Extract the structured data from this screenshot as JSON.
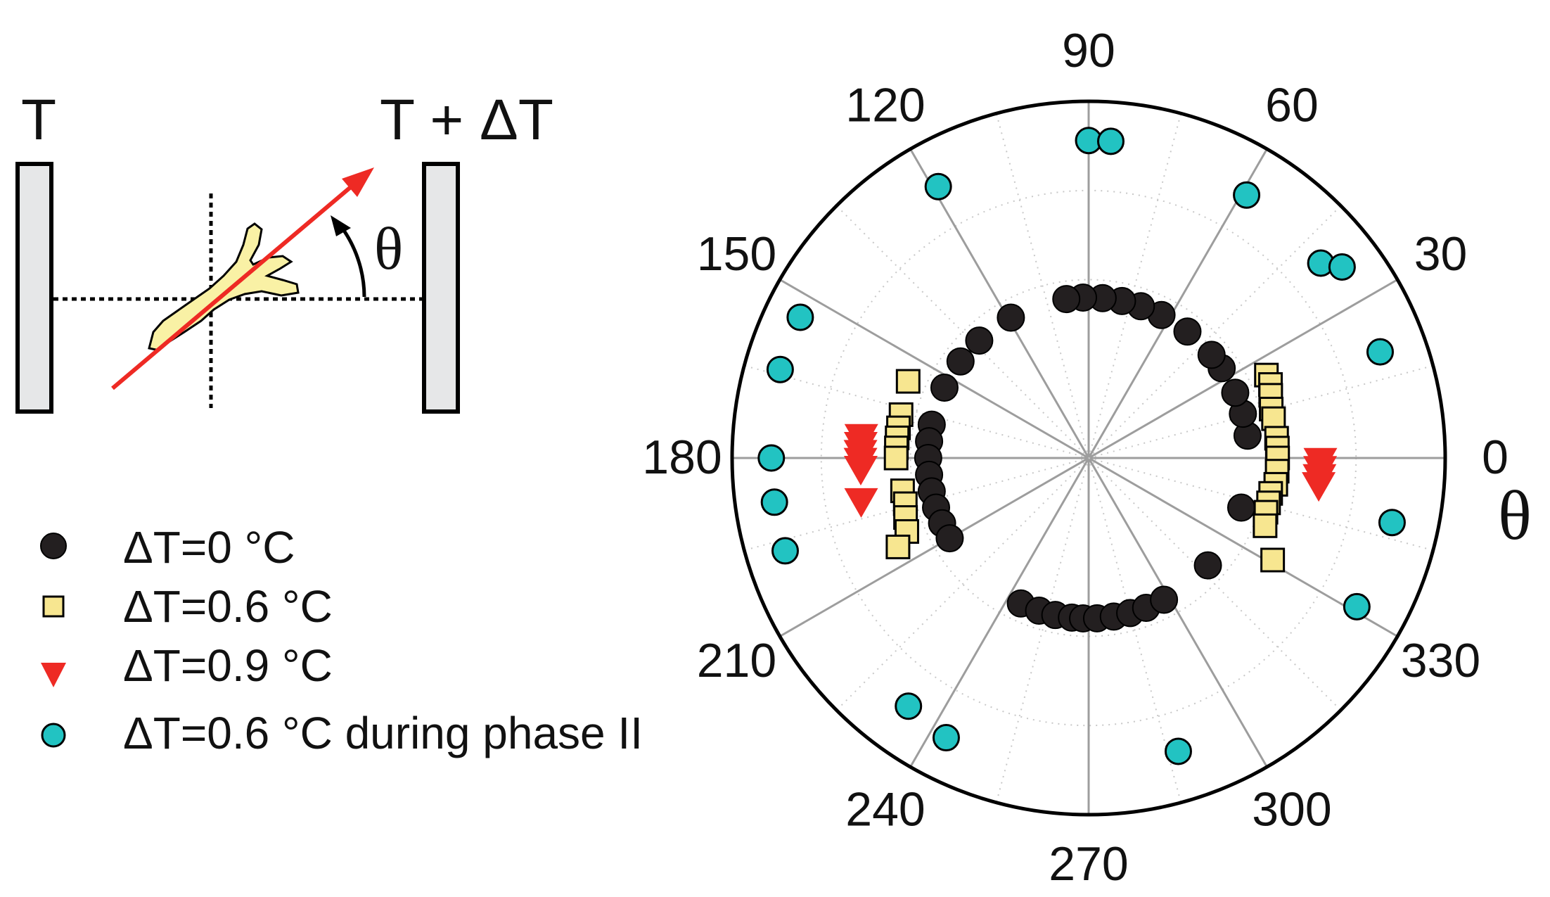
{
  "diagram": {
    "left_wall_label": "T",
    "right_wall_label": "T + ΔT",
    "angle_label": "θ"
  },
  "legend": {
    "items": [
      {
        "label": "ΔT=0 °C",
        "marker": "circle",
        "color": "#231f20"
      },
      {
        "label": "ΔT=0.6 °C",
        "marker": "square",
        "color": "#f7e690"
      },
      {
        "label": "ΔT=0.9 °C",
        "marker": "triangle-down",
        "color": "#ee2a24"
      },
      {
        "label": "ΔT=0.6 °C during phase II",
        "marker": "circle",
        "color": "#22c3c2"
      }
    ]
  },
  "colors": {
    "heater_arrow": "#ee2a24",
    "worm_fill": "#f9f1a5",
    "wall_fill": "#e6e7e8",
    "spokes": "#9d9d9d",
    "dotted_rings": "#c8c8c8"
  },
  "chart_data": {
    "type": "scatter",
    "coordinate_system": "polar",
    "angular_unit": "degrees",
    "angular_axis_label": "θ",
    "angle_ticks": [
      0,
      30,
      60,
      90,
      120,
      150,
      180,
      210,
      240,
      270,
      300,
      330
    ],
    "angle_tick_labels": [
      "0",
      "30",
      "60",
      "90",
      "120",
      "150",
      "180",
      "210",
      "240",
      "270",
      "300",
      "330"
    ],
    "spoke_step_deg": 15,
    "radial_range": [
      0,
      1
    ],
    "radial_grid": [
      0.5,
      0.75,
      1.0
    ],
    "series": [
      {
        "marker": "circle",
        "color": "#231f20",
        "points": [
          {
            "theta": 168,
            "r": 0.45
          },
          {
            "theta": 174,
            "r": 0.45
          },
          {
            "theta": 180,
            "r": 0.45
          },
          {
            "theta": 186,
            "r": 0.45
          },
          {
            "theta": 192,
            "r": 0.45
          },
          {
            "theta": 198,
            "r": 0.45
          },
          {
            "theta": 204,
            "r": 0.45
          },
          {
            "theta": 210,
            "r": 0.45
          },
          {
            "theta": 154,
            "r": 0.45
          },
          {
            "theta": 143,
            "r": 0.45
          },
          {
            "theta": 133,
            "r": 0.45
          },
          {
            "theta": 119,
            "r": 0.45
          },
          {
            "theta": 245,
            "r": 0.45
          },
          {
            "theta": 252,
            "r": 0.45
          },
          {
            "theta": 258,
            "r": 0.45
          },
          {
            "theta": 264,
            "r": 0.45
          },
          {
            "theta": 268,
            "r": 0.45
          },
          {
            "theta": 273,
            "r": 0.45
          },
          {
            "theta": 279,
            "r": 0.45
          },
          {
            "theta": 285,
            "r": 0.45
          },
          {
            "theta": 291,
            "r": 0.45
          },
          {
            "theta": 298,
            "r": 0.45
          },
          {
            "theta": 318,
            "r": 0.45
          },
          {
            "theta": 342,
            "r": 0.45
          },
          {
            "theta": 8,
            "r": 0.45
          },
          {
            "theta": 16,
            "r": 0.45
          },
          {
            "theta": 24,
            "r": 0.45
          },
          {
            "theta": 34,
            "r": 0.45
          },
          {
            "theta": 40,
            "r": 0.45
          },
          {
            "theta": 52,
            "r": 0.45
          },
          {
            "theta": 63,
            "r": 0.45
          },
          {
            "theta": 71,
            "r": 0.45
          },
          {
            "theta": 78,
            "r": 0.45
          },
          {
            "theta": 85,
            "r": 0.45
          },
          {
            "theta": 92,
            "r": 0.45
          },
          {
            "theta": 98,
            "r": 0.45
          }
        ]
      },
      {
        "marker": "square",
        "color": "#f7e690",
        "points": [
          {
            "theta": 157,
            "r": 0.55
          },
          {
            "theta": 167,
            "r": 0.54
          },
          {
            "theta": 171,
            "r": 0.54
          },
          {
            "theta": 174,
            "r": 0.54
          },
          {
            "theta": 177,
            "r": 0.54
          },
          {
            "theta": 180,
            "r": 0.54
          },
          {
            "theta": 190,
            "r": 0.53
          },
          {
            "theta": 194,
            "r": 0.53
          },
          {
            "theta": 198,
            "r": 0.54
          },
          {
            "theta": 202,
            "r": 0.55
          },
          {
            "theta": 205,
            "r": 0.59
          },
          {
            "theta": 25,
            "r": 0.55
          },
          {
            "theta": 22,
            "r": 0.55
          },
          {
            "theta": 19,
            "r": 0.54
          },
          {
            "theta": 15,
            "r": 0.53
          },
          {
            "theta": 12,
            "r": 0.53
          },
          {
            "theta": 6,
            "r": 0.53
          },
          {
            "theta": 3,
            "r": 0.53
          },
          {
            "theta": 0,
            "r": 0.53
          },
          {
            "theta": 356,
            "r": 0.53
          },
          {
            "theta": 352,
            "r": 0.53
          },
          {
            "theta": 349,
            "r": 0.52
          },
          {
            "theta": 346,
            "r": 0.52
          },
          {
            "theta": 343,
            "r": 0.52
          },
          {
            "theta": 339,
            "r": 0.53
          },
          {
            "theta": 331,
            "r": 0.59
          }
        ]
      },
      {
        "marker": "triangle-down",
        "color": "#ee2a24",
        "points": [
          {
            "theta": 175,
            "r": 0.64
          },
          {
            "theta": 177,
            "r": 0.64
          },
          {
            "theta": 179,
            "r": 0.64
          },
          {
            "theta": 181,
            "r": 0.64
          },
          {
            "theta": 183,
            "r": 0.64
          },
          {
            "theta": 191,
            "r": 0.65
          },
          {
            "theta": 359,
            "r": 0.65
          },
          {
            "theta": 357,
            "r": 0.65
          },
          {
            "theta": 355,
            "r": 0.65
          },
          {
            "theta": 353,
            "r": 0.65
          }
        ]
      },
      {
        "marker": "circle",
        "color": "#22c3c2",
        "points": [
          {
            "theta": 90,
            "r": 0.89
          },
          {
            "theta": 86,
            "r": 0.89
          },
          {
            "theta": 119,
            "r": 0.87
          },
          {
            "theta": 59,
            "r": 0.86
          },
          {
            "theta": 40,
            "r": 0.85
          },
          {
            "theta": 37,
            "r": 0.89
          },
          {
            "theta": 20,
            "r": 0.87
          },
          {
            "theta": 154,
            "r": 0.9
          },
          {
            "theta": 164,
            "r": 0.9
          },
          {
            "theta": 180,
            "r": 0.89
          },
          {
            "theta": 188,
            "r": 0.89
          },
          {
            "theta": 197,
            "r": 0.89
          },
          {
            "theta": 348,
            "r": 0.87
          },
          {
            "theta": 331,
            "r": 0.86
          },
          {
            "theta": 234,
            "r": 0.86
          },
          {
            "theta": 243,
            "r": 0.88
          },
          {
            "theta": 287,
            "r": 0.86
          }
        ]
      }
    ]
  }
}
